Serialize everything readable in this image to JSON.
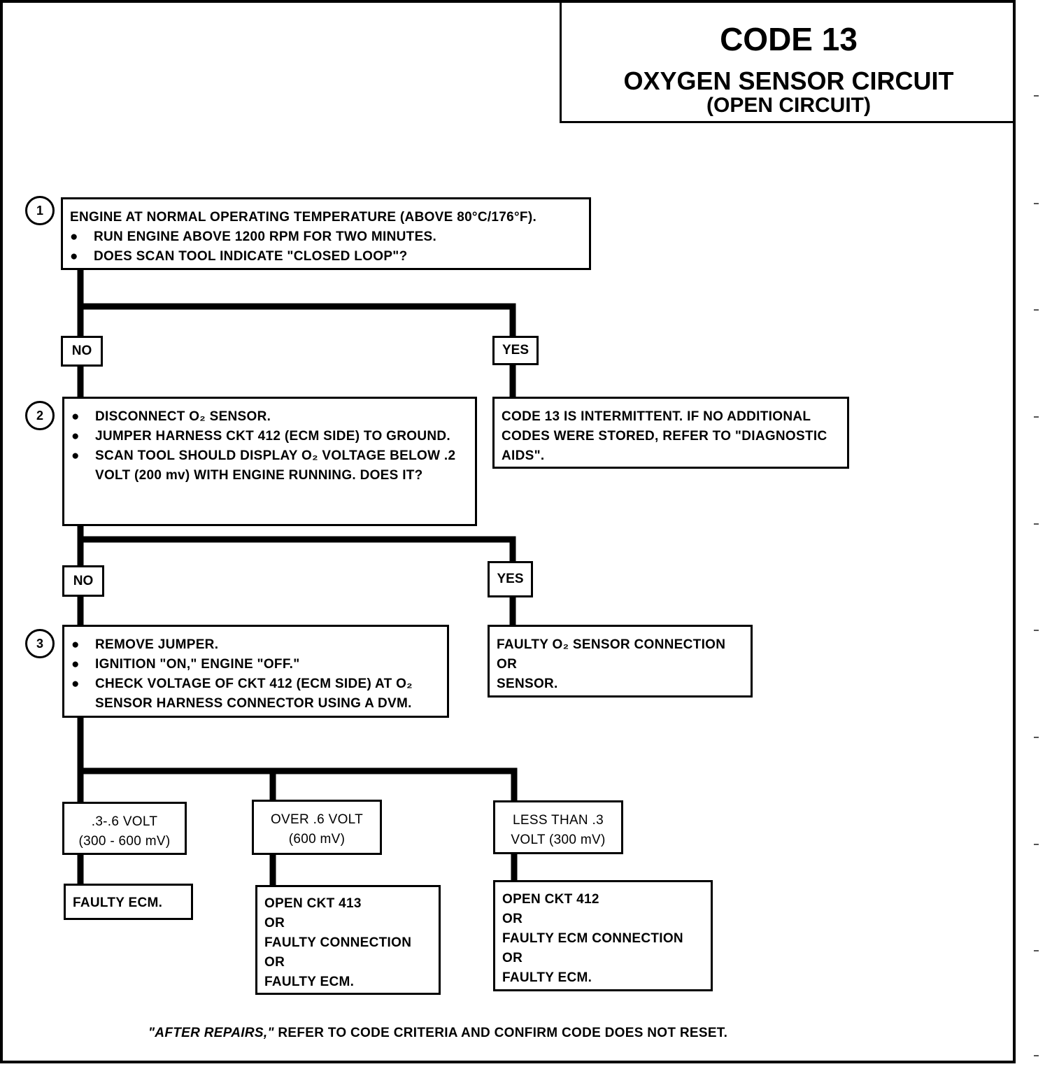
{
  "header": {
    "code": "CODE 13",
    "title": "OXYGEN SENSOR CIRCUIT",
    "subtitle": "(OPEN CIRCUIT)"
  },
  "steps": [
    {
      "number": "1",
      "lines": [
        {
          "bullet": false,
          "text": "ENGINE AT NORMAL OPERATING TEMPERATURE (ABOVE 80°C/176°F)."
        },
        {
          "bullet": true,
          "text": "RUN ENGINE ABOVE 1200 RPM FOR TWO MINUTES."
        },
        {
          "bullet": true,
          "text": "DOES SCAN TOOL INDICATE \"CLOSED LOOP\"?"
        }
      ]
    },
    {
      "number": "2",
      "lines": [
        {
          "bullet": true,
          "text": "DISCONNECT O₂ SENSOR."
        },
        {
          "bullet": true,
          "text": "JUMPER HARNESS CKT 412 (ECM SIDE) TO GROUND."
        },
        {
          "bullet": true,
          "text": "SCAN TOOL SHOULD DISPLAY O₂ VOLTAGE BELOW .2 VOLT (200 mv) WITH ENGINE RUNNING. DOES IT?"
        }
      ]
    },
    {
      "number": "3",
      "lines": [
        {
          "bullet": true,
          "text": "REMOVE JUMPER."
        },
        {
          "bullet": true,
          "text": "IGNITION \"ON,\" ENGINE \"OFF.\""
        },
        {
          "bullet": true,
          "text": "CHECK VOLTAGE OF CKT 412 (ECM SIDE) AT O₂ SENSOR HARNESS CONNECTOR USING A DVM."
        }
      ]
    }
  ],
  "labels": {
    "no1": "NO",
    "yes1": "YES",
    "no2": "NO",
    "yes2": "YES"
  },
  "results": {
    "yes1": "CODE 13 IS INTERMITTENT. IF NO ADDITIONAL CODES WERE STORED, REFER TO \"DIAGNOSTIC AIDS\".",
    "yes2": "FAULTY O₂ SENSOR CONNECTION\nOR\nSENSOR."
  },
  "voltage_branches": [
    {
      "label": ".3-.6 VOLT\n(300 - 600 mV)",
      "result": "FAULTY ECM."
    },
    {
      "label": "OVER .6 VOLT\n(600 mV)",
      "result": "OPEN CKT 413\nOR\nFAULTY CONNECTION\nOR\nFAULTY ECM."
    },
    {
      "label": "LESS THAN .3\nVOLT (300 mV)",
      "result": "OPEN CKT 412\nOR\nFAULTY ECM CONNECTION\nOR\nFAULTY ECM."
    }
  ],
  "footer": {
    "emph": "\"AFTER REPAIRS,\"",
    "text": " REFER TO CODE CRITERIA AND CONFIRM CODE DOES NOT RESET."
  }
}
